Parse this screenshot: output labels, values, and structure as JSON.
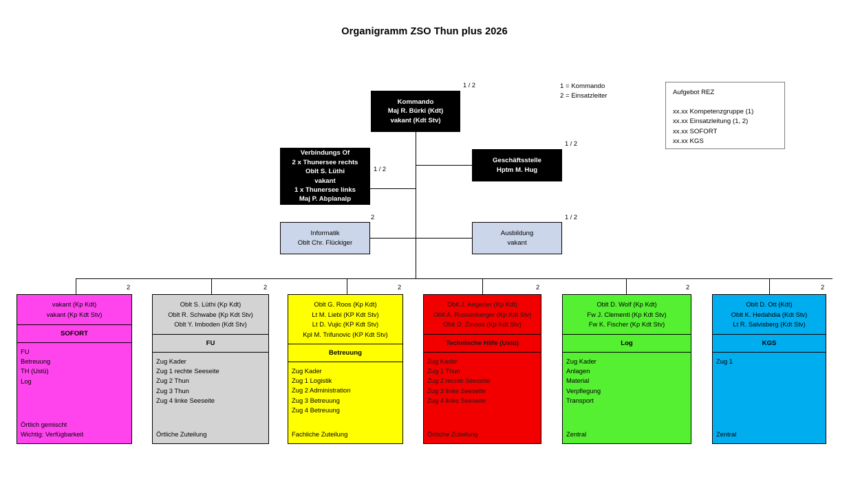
{
  "title": "Organigramm ZSO Thun plus 2026",
  "code_legend": {
    "lines": [
      "1 = Kommando",
      "2 = Einsatzleiter"
    ]
  },
  "note": {
    "title": "Aufgebot REZ",
    "lines": [
      "xx.xx Kompetenzgruppe (1)",
      "xx.xx Einsatzleitung (1, 2)",
      "xx.xx SOFORT",
      "xx.xx KGS"
    ]
  },
  "nodes": {
    "kommando": {
      "lines": [
        "Kommando",
        "Maj R. Bürki (Kdt)",
        "vakant (Kdt Stv)"
      ],
      "mult": "1 / 2"
    },
    "verbindungs_of": {
      "lines": [
        "Verbindungs Of",
        "2 x Thunersee rechts",
        "Oblt S. Lüthi",
        "vakant",
        "1 x Thunersee links",
        "Maj P. Abplanalp"
      ],
      "mult": "1 / 2"
    },
    "geschaeftsstelle": {
      "lines": [
        "Geschäftsstelle",
        "Hptm M. Hug"
      ],
      "mult": "1 / 2"
    },
    "informatik": {
      "lines": [
        "Informatik",
        "Oblt Chr. Flückiger"
      ],
      "mult": "2"
    },
    "ausbildung": {
      "lines": [
        "Ausbildung",
        "vakant"
      ],
      "mult": "1 / 2"
    }
  },
  "companies": [
    {
      "key": "sofort",
      "name": "SOFORT",
      "mult": "2",
      "color": "#ff44ee",
      "text_color": "#000000",
      "command": [
        "vakant (Kp Kdt)",
        "vakant (Kp Kdt Stv)"
      ],
      "items": [
        "FU",
        "Betreuung",
        "TH (Ustü)",
        "Log"
      ],
      "footer": [
        "Örtlich gemischt",
        "Wichtig: Verfügbarkeit"
      ]
    },
    {
      "key": "fu",
      "name": "FU",
      "mult": "2",
      "color": "#d3d3d3",
      "text_color": "#000000",
      "command": [
        "Oblt S. Lüthi (Kp Kdt)",
        "Oblt R. Schwabe (Kp Kdt Stv)",
        "Oblt Y. Imboden (Kdt Stv)"
      ],
      "items": [
        "Zug Kader",
        "Zug 1 rechte Seeseite",
        "Zug 2 Thun",
        "Zug 3 Thun",
        "Zug 4 linke Seeseite"
      ],
      "footer": [
        "Örtliche Zuteilung"
      ]
    },
    {
      "key": "betreuung",
      "name": "Betreuung",
      "mult": "2",
      "color": "#ffff00",
      "text_color": "#000000",
      "command": [
        "Oblt G. Roos (Kp Kdt)",
        "Lt M. Liebi (KP Kdt Stv)",
        "Lt D. Vujic (KP Kdt Stv)",
        "Kpl M. Trifunovic (KP Kdt Stv)"
      ],
      "items": [
        "Zug Kader",
        "Zug 1 Logistik",
        "Zug 2 Administration",
        "Zug 3 Betreuung",
        "Zug 4 Betreuung"
      ],
      "footer": [
        "Fachliche Zuteilung"
      ]
    },
    {
      "key": "technische-hilfe",
      "name": "Technische Hilfe (Ustü)",
      "mult": "2",
      "color": "#f20000",
      "text_color": "#1a1a1a",
      "command": [
        "Oblt J. Aegerter (Kp Kdt)",
        "Oblt A. Russenberger (Kp Kdt Stv)",
        "Oblt D. Zmoos (Kp Kdt Stv)"
      ],
      "items": [
        "Zug Kader",
        "Zug 1 Thun",
        "Zug 2 rechte Seeseite",
        "Zug 3 linke Seeseite",
        "Zug 4 linke Seeseite"
      ],
      "footer": [
        "Örtliche Zuteilung"
      ]
    },
    {
      "key": "log",
      "name": "Log",
      "mult": "2",
      "color": "#55f032",
      "text_color": "#000000",
      "command": [
        "Oblt D. Wolf (Kp Kdt)",
        "Fw J. Clementi (Kp Kdt Stv)",
        "Fw K. Fischer (Kp Kdt Stv)"
      ],
      "items": [
        "Zug Kader",
        "Anlagen",
        "Material",
        "Verpflegung",
        "Transport"
      ],
      "footer": [
        "Zentral"
      ]
    },
    {
      "key": "kgs",
      "name": "KGS",
      "mult": "2",
      "color": "#00aeef",
      "text_color": "#000000",
      "command": [
        "Oblt D. Ott (Kdt)",
        "Oblt K. Hedahdia (Kdt Stv)",
        "Lt R. Salvisberg (Kdt Stv)"
      ],
      "items": [
        "Zug 1"
      ],
      "footer": [
        "Zentral"
      ]
    }
  ]
}
